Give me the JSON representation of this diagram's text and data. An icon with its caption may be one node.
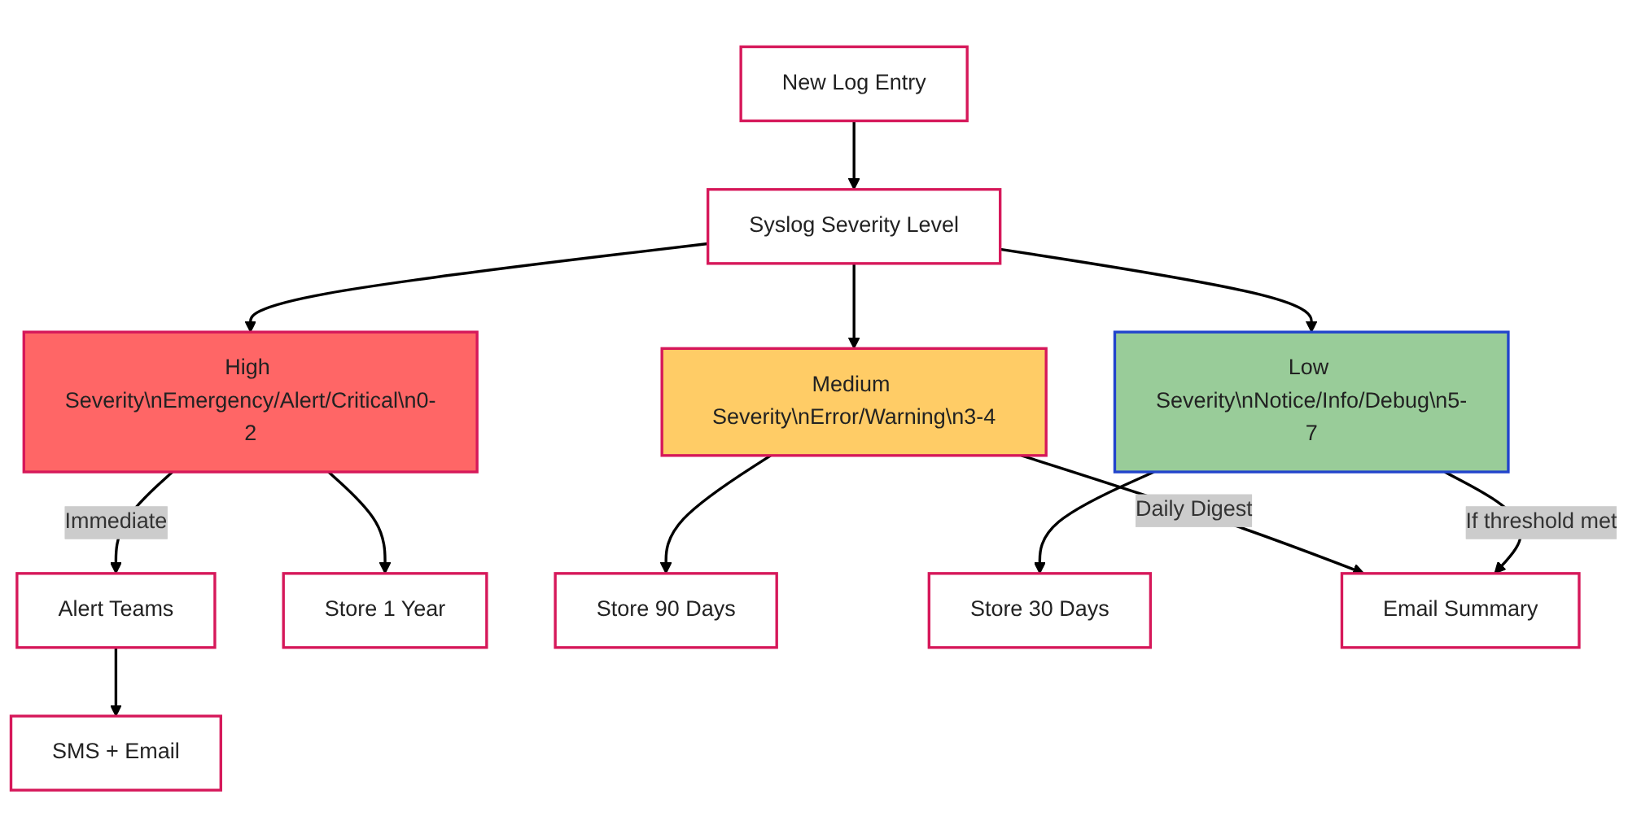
{
  "diagram": {
    "nodes": [
      {
        "text": [
          "New Log Entry"
        ]
      },
      {
        "text": [
          "Syslog Severity Level"
        ]
      },
      {
        "text": [
          "High Severity\\nEmergency/Alert/Critical\\n0-2"
        ]
      },
      {
        "text": [
          "Medium Severity\\nError/Warning\\n3-4"
        ]
      },
      {
        "text": [
          "Low Severity\\nNotice/Info/Debug\\n5-7"
        ]
      },
      {
        "text": [
          "Alert Teams"
        ]
      },
      {
        "text": [
          "Store 1 Year"
        ]
      },
      {
        "text": [
          "SMS + Email"
        ]
      },
      {
        "text": [
          "Store 90 Days"
        ]
      },
      {
        "text": [
          "Store 30 Days"
        ]
      },
      {
        "text": [
          "Email Summary"
        ]
      }
    ],
    "edges": [
      {
        "from": 0,
        "to": 1,
        "arrow": "to"
      },
      {
        "from": 1,
        "to": 2,
        "arrow": "to"
      },
      {
        "from": 1,
        "to": 3,
        "arrow": "to"
      },
      {
        "from": 1,
        "to": 4,
        "arrow": "to"
      },
      {
        "from": 2,
        "to": 5,
        "arrow": "to",
        "label": "Immediate"
      },
      {
        "from": 2,
        "to": 6,
        "arrow": "to"
      },
      {
        "from": 5,
        "to": 7,
        "arrow": "to"
      },
      {
        "from": 3,
        "to": 8,
        "arrow": "to"
      },
      {
        "from": 3,
        "to": 10,
        "arrow": "to",
        "label": "Daily Digest"
      },
      {
        "from": 4,
        "to": 9,
        "arrow": "to"
      },
      {
        "from": 4,
        "to": 10,
        "arrow": "to",
        "label": "If threshold met"
      }
    ]
  }
}
